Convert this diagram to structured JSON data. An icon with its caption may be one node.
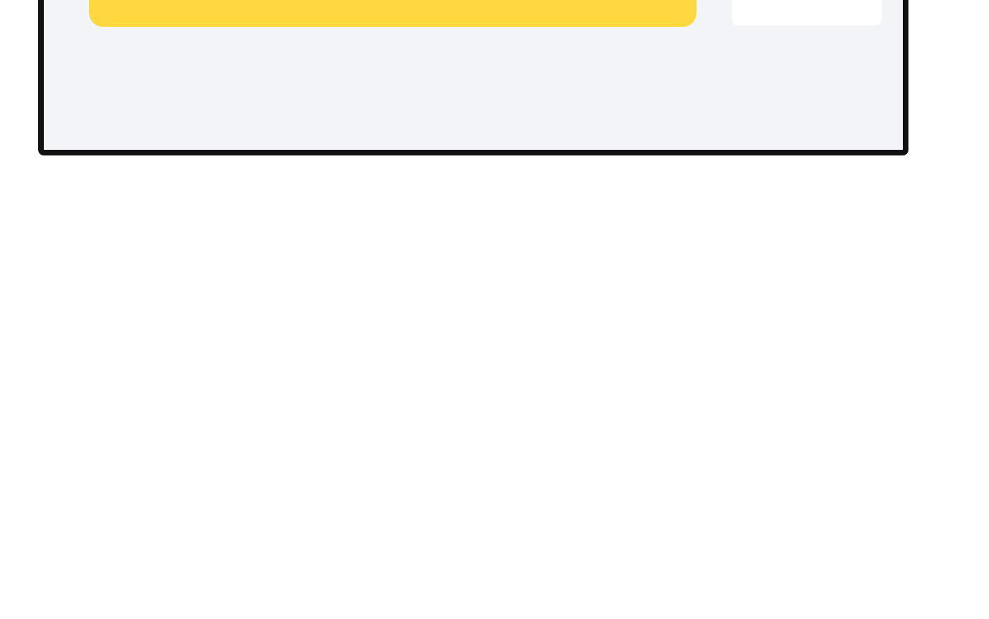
{
  "diagram": {
    "nodes": [
      {
        "text": [],
        "shape": "box"
      },
      {
        "text": [],
        "shape": "bar",
        "in": 0
      },
      {
        "text": [],
        "shape": "box",
        "in": 0
      }
    ]
  }
}
